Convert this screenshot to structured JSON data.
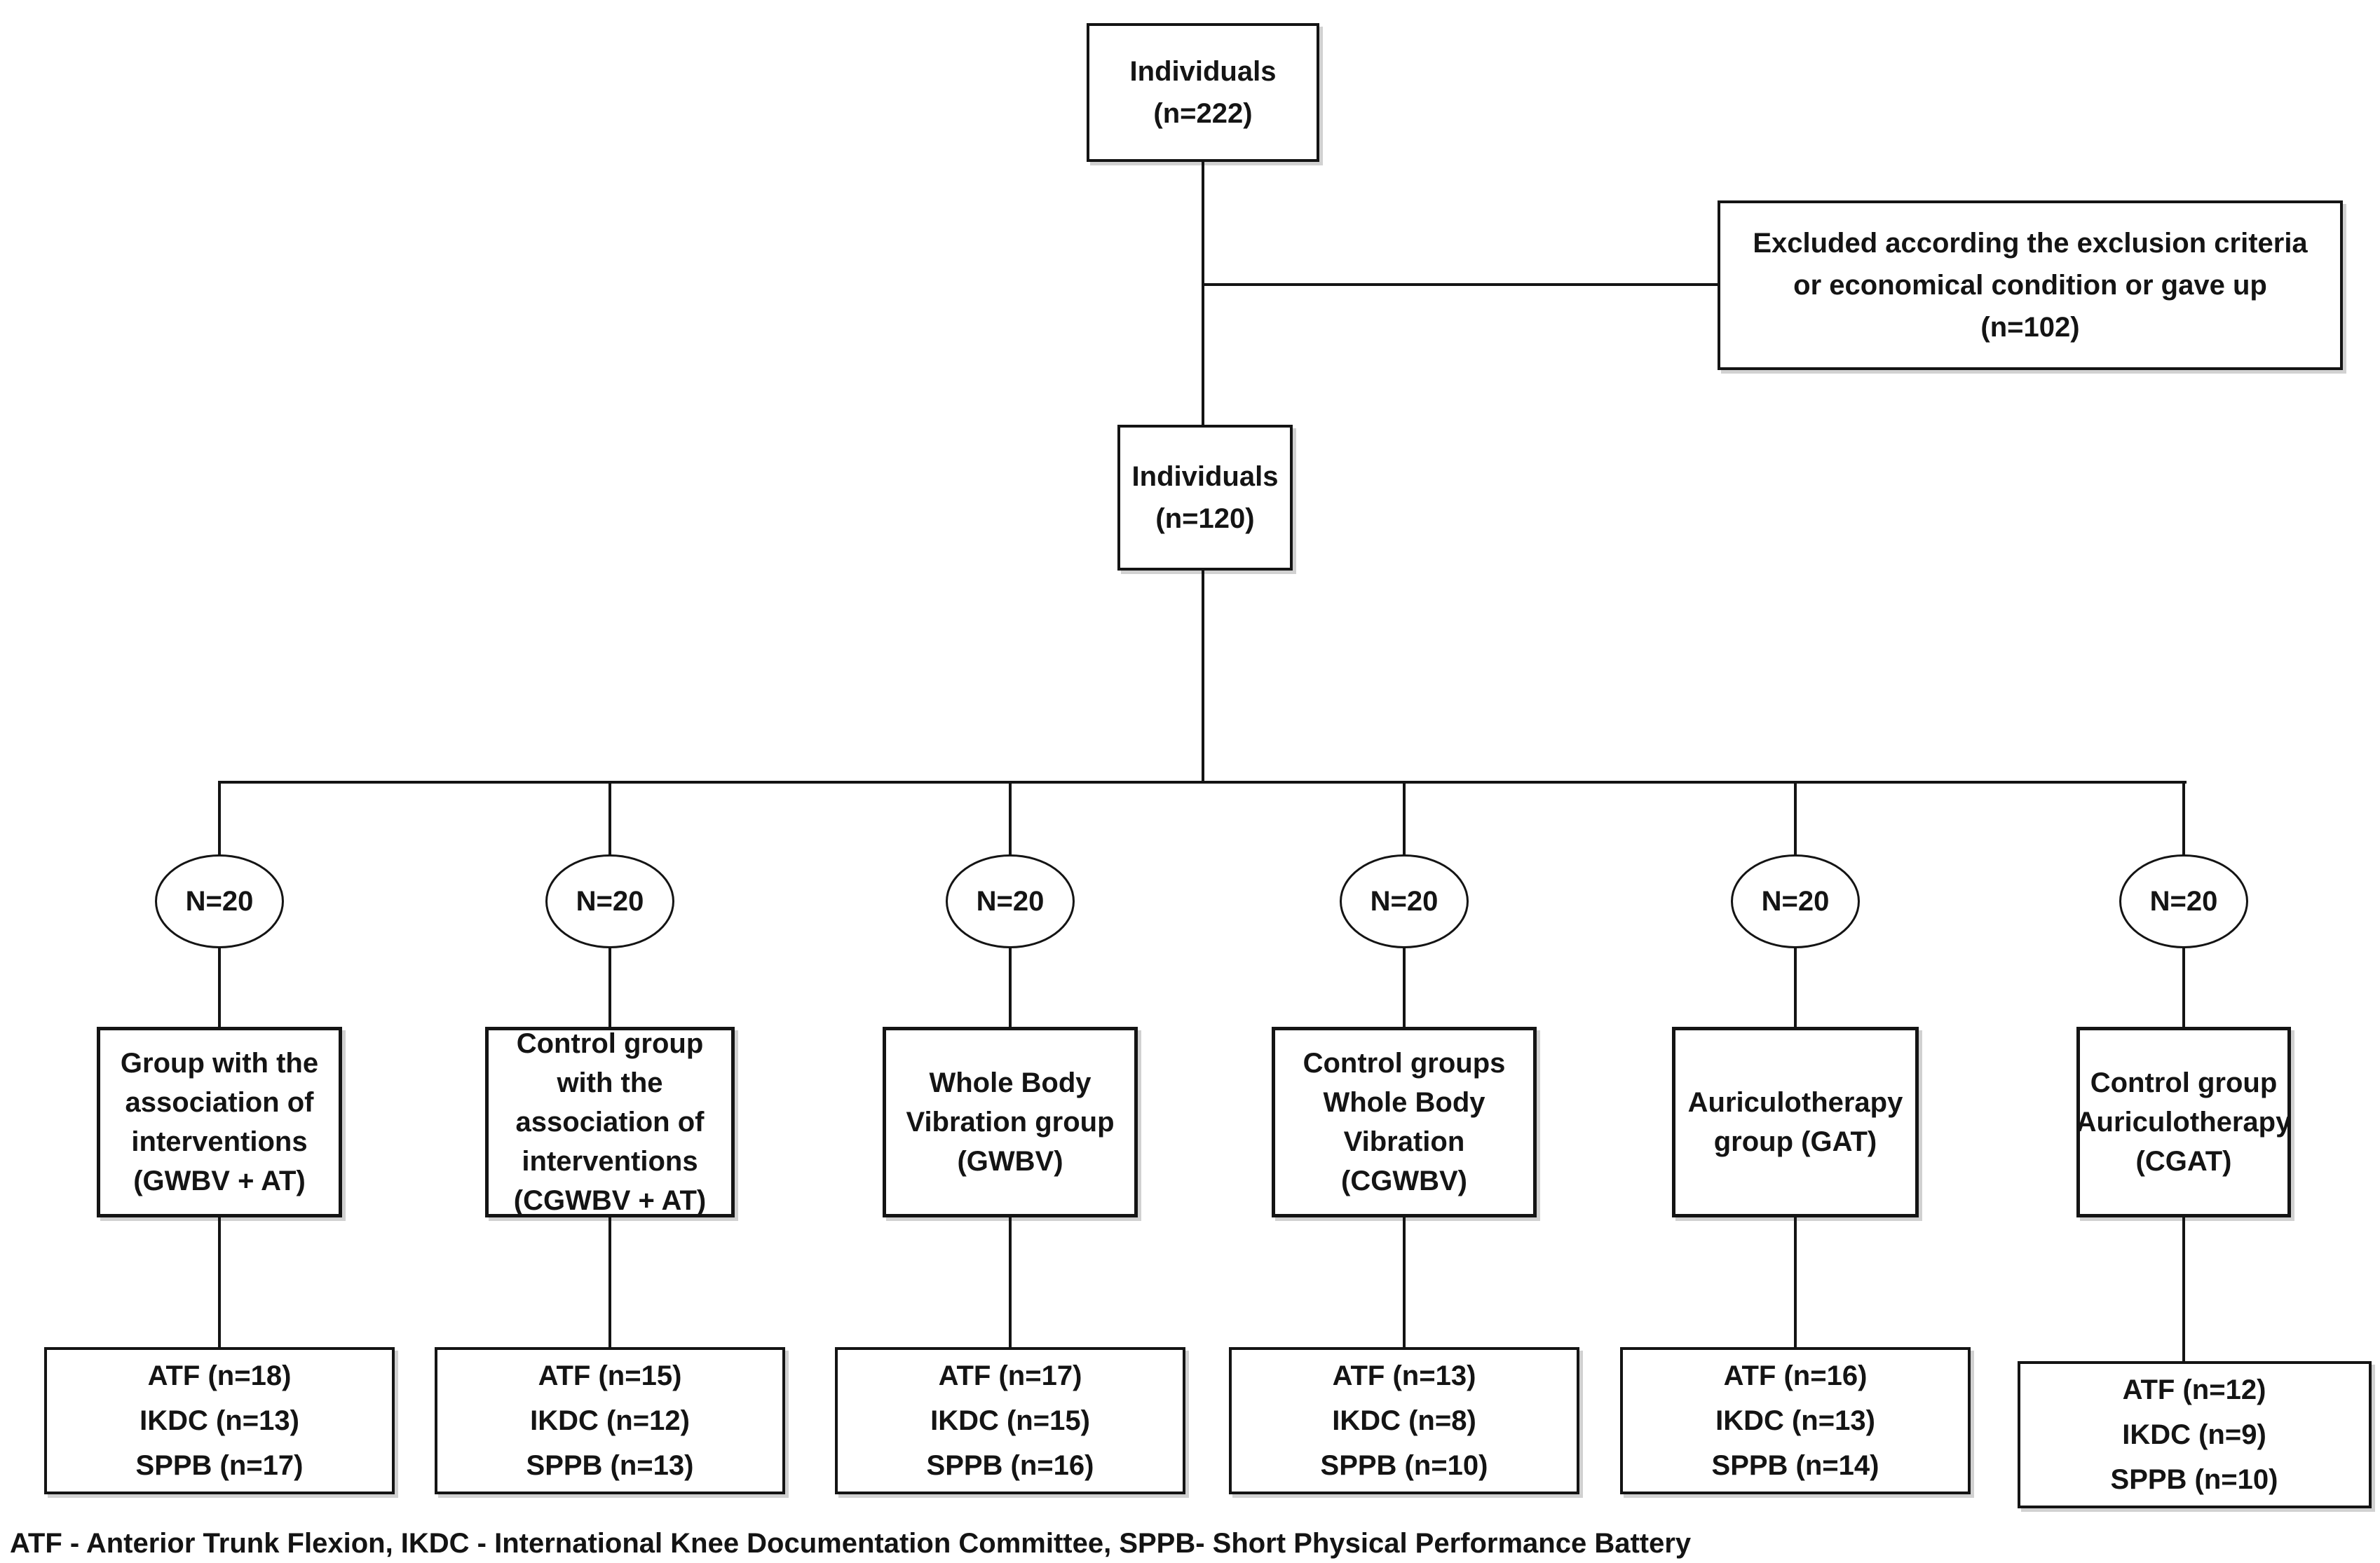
{
  "colors": {
    "background": "#ffffff",
    "line_and_text": "#141414"
  },
  "flow": {
    "top": {
      "text": "Individuals\n(n=222)"
    },
    "excluded": {
      "text": "Excluded according the exclusion criteria\nor economical condition or gave up\n(n=102)"
    },
    "eligible": {
      "text": "Individuals\n(n=120)"
    },
    "columns": [
      {
        "n_label": "N=20",
        "group": "Group with the\nassociation of\ninterventions\n(GWBV + AT)",
        "outcomes": "ATF (n=18)\nIKDC (n=13)\nSPPB (n=17)"
      },
      {
        "n_label": "N=20",
        "group": "Control group\nwith the\nassociation of\ninterventions\n(CGWBV + AT)",
        "outcomes": "ATF (n=15)\nIKDC (n=12)\nSPPB (n=13)"
      },
      {
        "n_label": "N=20",
        "group": "Whole Body\nVibration group\n(GWBV)",
        "outcomes": "ATF (n=17)\nIKDC (n=15)\nSPPB (n=16)"
      },
      {
        "n_label": "N=20",
        "group": "Control groups\nWhole Body\nVibration\n(CGWBV)",
        "outcomes": "ATF (n=13)\nIKDC (n=8)\nSPPB (n=10)"
      },
      {
        "n_label": "N=20",
        "group": "Auriculotherapy\ngroup (GAT)",
        "outcomes": "ATF (n=16)\nIKDC (n=13)\nSPPB (n=14)"
      },
      {
        "n_label": "N=20",
        "group": "Control group\nAuriculotherapy\n(CGAT)",
        "outcomes": "ATF (n=12)\nIKDC (n=9)\nSPPB (n=10)"
      }
    ],
    "legend": "ATF - Anterior Trunk Flexion, IKDC - International Knee Documentation Committee, SPPB- Short Physical Performance Battery"
  }
}
